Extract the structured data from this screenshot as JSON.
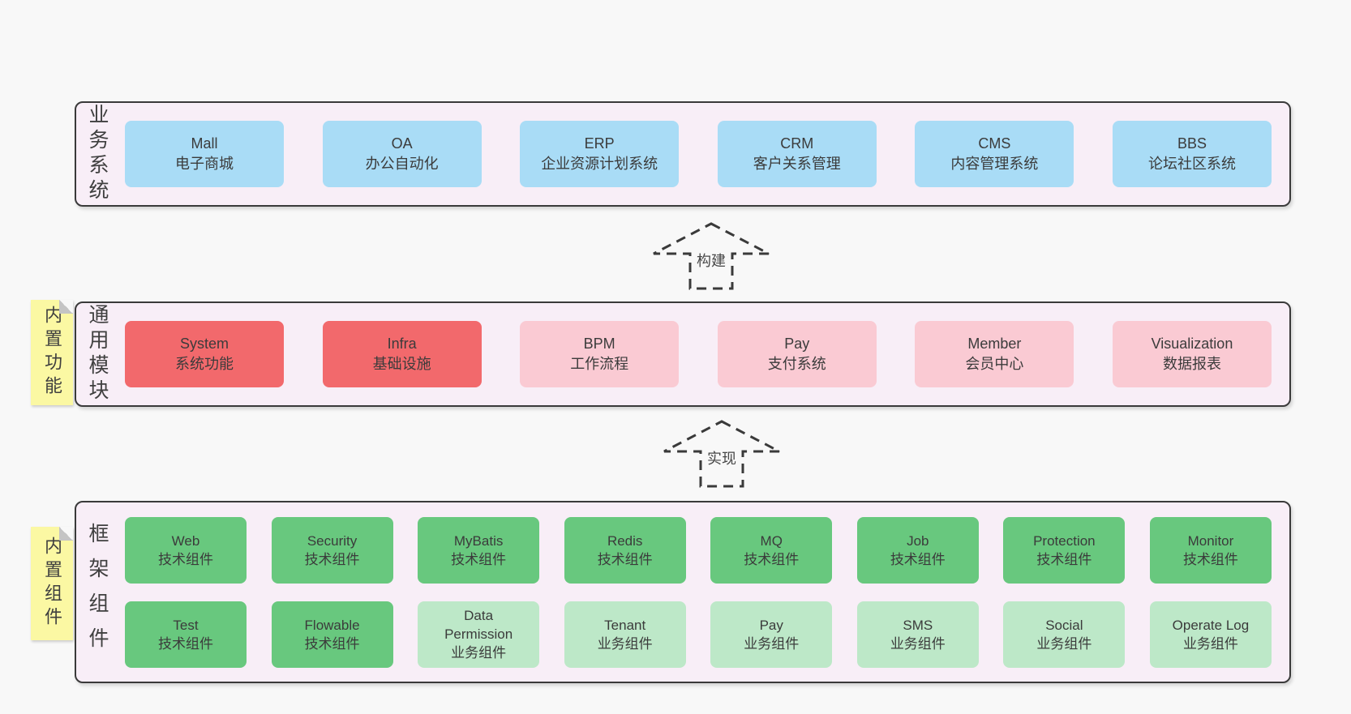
{
  "colors": {
    "page-bg": "#f8f8f8",
    "band-bg": "#f8eef7",
    "border": "#3a3a3a",
    "text": "#3f3f3f",
    "blue": "#a9dcf6",
    "red": "#f2696c",
    "pink": "#facad3",
    "green": "#68c87e",
    "lgreen": "#bde8c8",
    "sticky": "#fbf8a3",
    "fold": "#c4c4c4"
  },
  "arrows": [
    {
      "label": "构建"
    },
    {
      "label": "实现"
    }
  ],
  "bands": [
    {
      "label": "业务系统",
      "items": [
        {
          "name": "Mall",
          "desc": "电子商城"
        },
        {
          "name": "OA",
          "desc": "办公自动化"
        },
        {
          "name": "ERP",
          "desc": "企业资源计划系统"
        },
        {
          "name": "CRM",
          "desc": "客户关系管理"
        },
        {
          "name": "CMS",
          "desc": "内容管理系统"
        },
        {
          "name": "BBS",
          "desc": "论坛社区系统"
        }
      ]
    },
    {
      "label": "通用模块",
      "sticky": "内置功能",
      "items": [
        {
          "name": "System",
          "desc": "系统功能"
        },
        {
          "name": "Infra",
          "desc": "基础设施"
        },
        {
          "name": "BPM",
          "desc": "工作流程"
        },
        {
          "name": "Pay",
          "desc": "支付系统"
        },
        {
          "name": "Member",
          "desc": "会员中心"
        },
        {
          "name": "Visualization",
          "desc": "数据报表"
        }
      ]
    },
    {
      "label": "框架组件",
      "sticky": "内置组件",
      "rows": [
        [
          {
            "name": "Web",
            "desc": "技术组件"
          },
          {
            "name": "Security",
            "desc": "技术组件"
          },
          {
            "name": "MyBatis",
            "desc": "技术组件"
          },
          {
            "name": "Redis",
            "desc": "技术组件"
          },
          {
            "name": "MQ",
            "desc": "技术组件"
          },
          {
            "name": "Job",
            "desc": "技术组件"
          },
          {
            "name": "Protection",
            "desc": "技术组件"
          },
          {
            "name": "Monitor",
            "desc": "技术组件"
          }
        ],
        [
          {
            "name": "Test",
            "desc": "技术组件"
          },
          {
            "name": "Flowable",
            "desc": "技术组件"
          },
          {
            "name": "Data\nPermission",
            "desc": "业务组件"
          },
          {
            "name": "Tenant",
            "desc": "业务组件"
          },
          {
            "name": "Pay",
            "desc": "业务组件"
          },
          {
            "name": "SMS",
            "desc": "业务组件"
          },
          {
            "name": "Social",
            "desc": "业务组件"
          },
          {
            "name": "Operate Log",
            "desc": "业务组件"
          }
        ]
      ]
    }
  ]
}
